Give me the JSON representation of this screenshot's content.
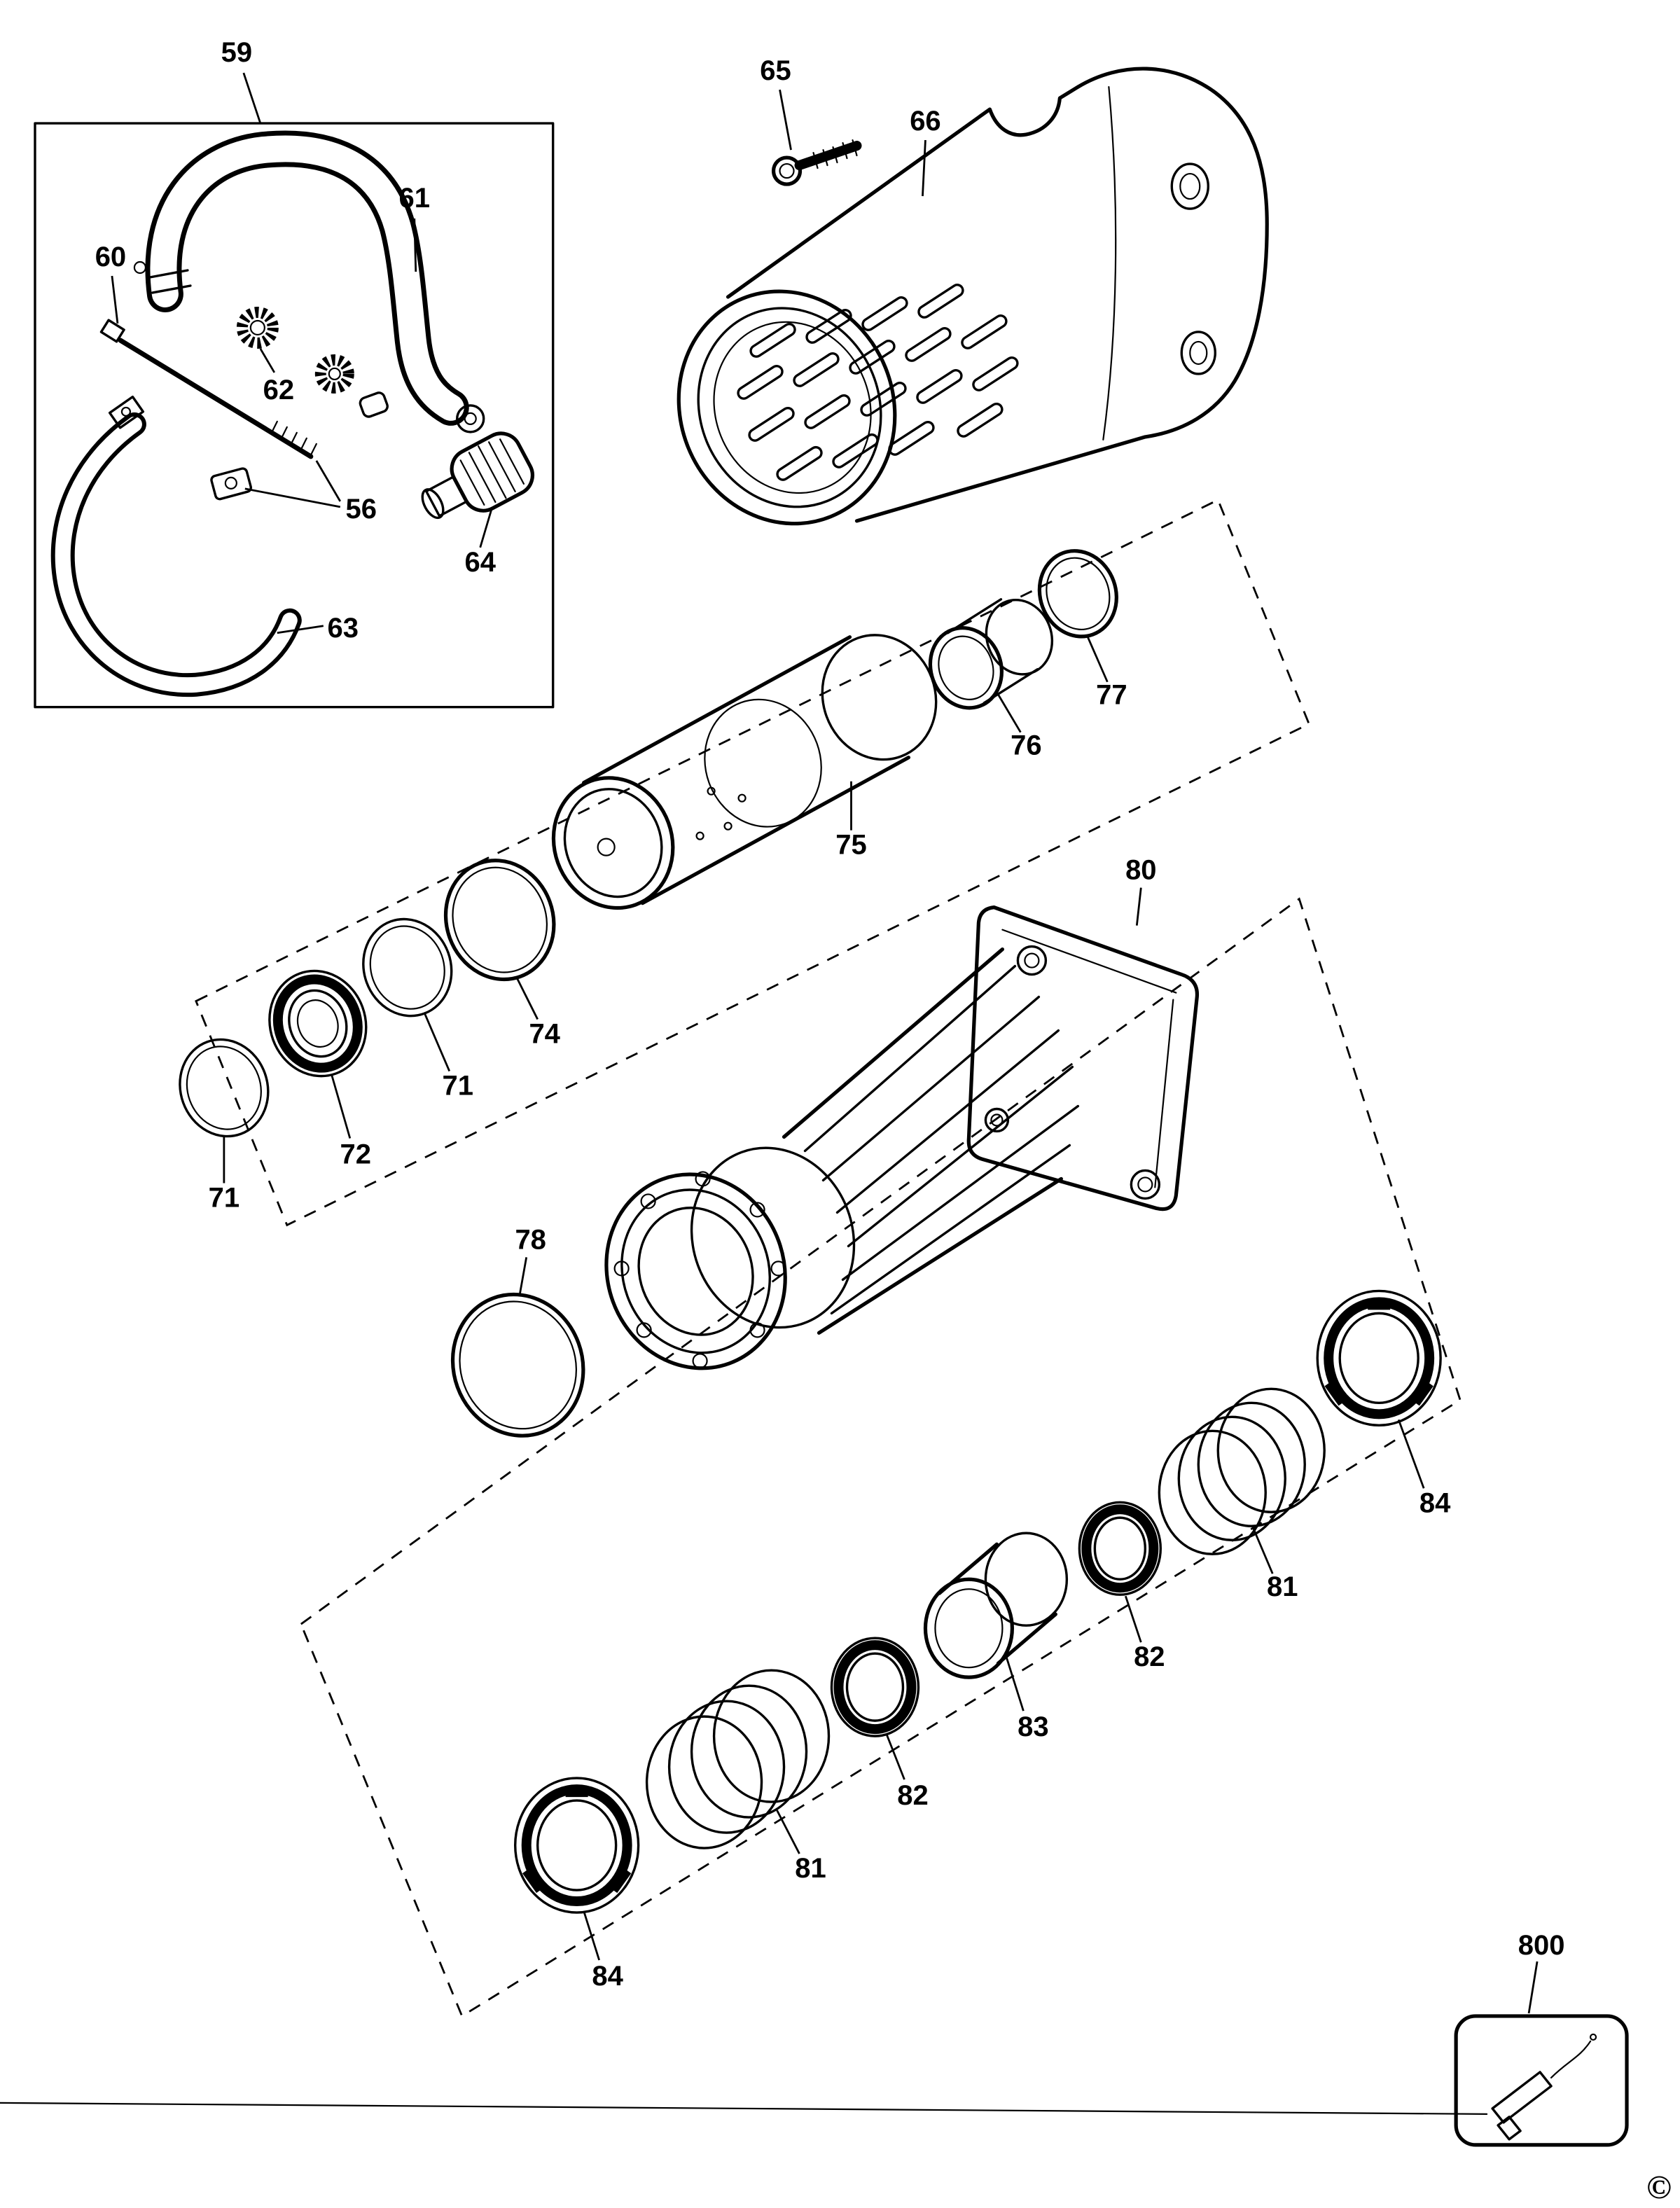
{
  "diagram": {
    "kind": "exploded-parts-diagram",
    "copyright_symbol": "©"
  },
  "parts": {
    "56": "56",
    "59": "59",
    "60": "60",
    "61": "61",
    "62": "62",
    "63": "63",
    "64": "64",
    "65": "65",
    "66": "66",
    "71": "71",
    "72": "72",
    "74": "74",
    "75": "75",
    "76": "76",
    "77": "77",
    "78": "78",
    "80": "80",
    "81": "81",
    "82": "82",
    "83": "83",
    "84": "84",
    "800": "800"
  }
}
